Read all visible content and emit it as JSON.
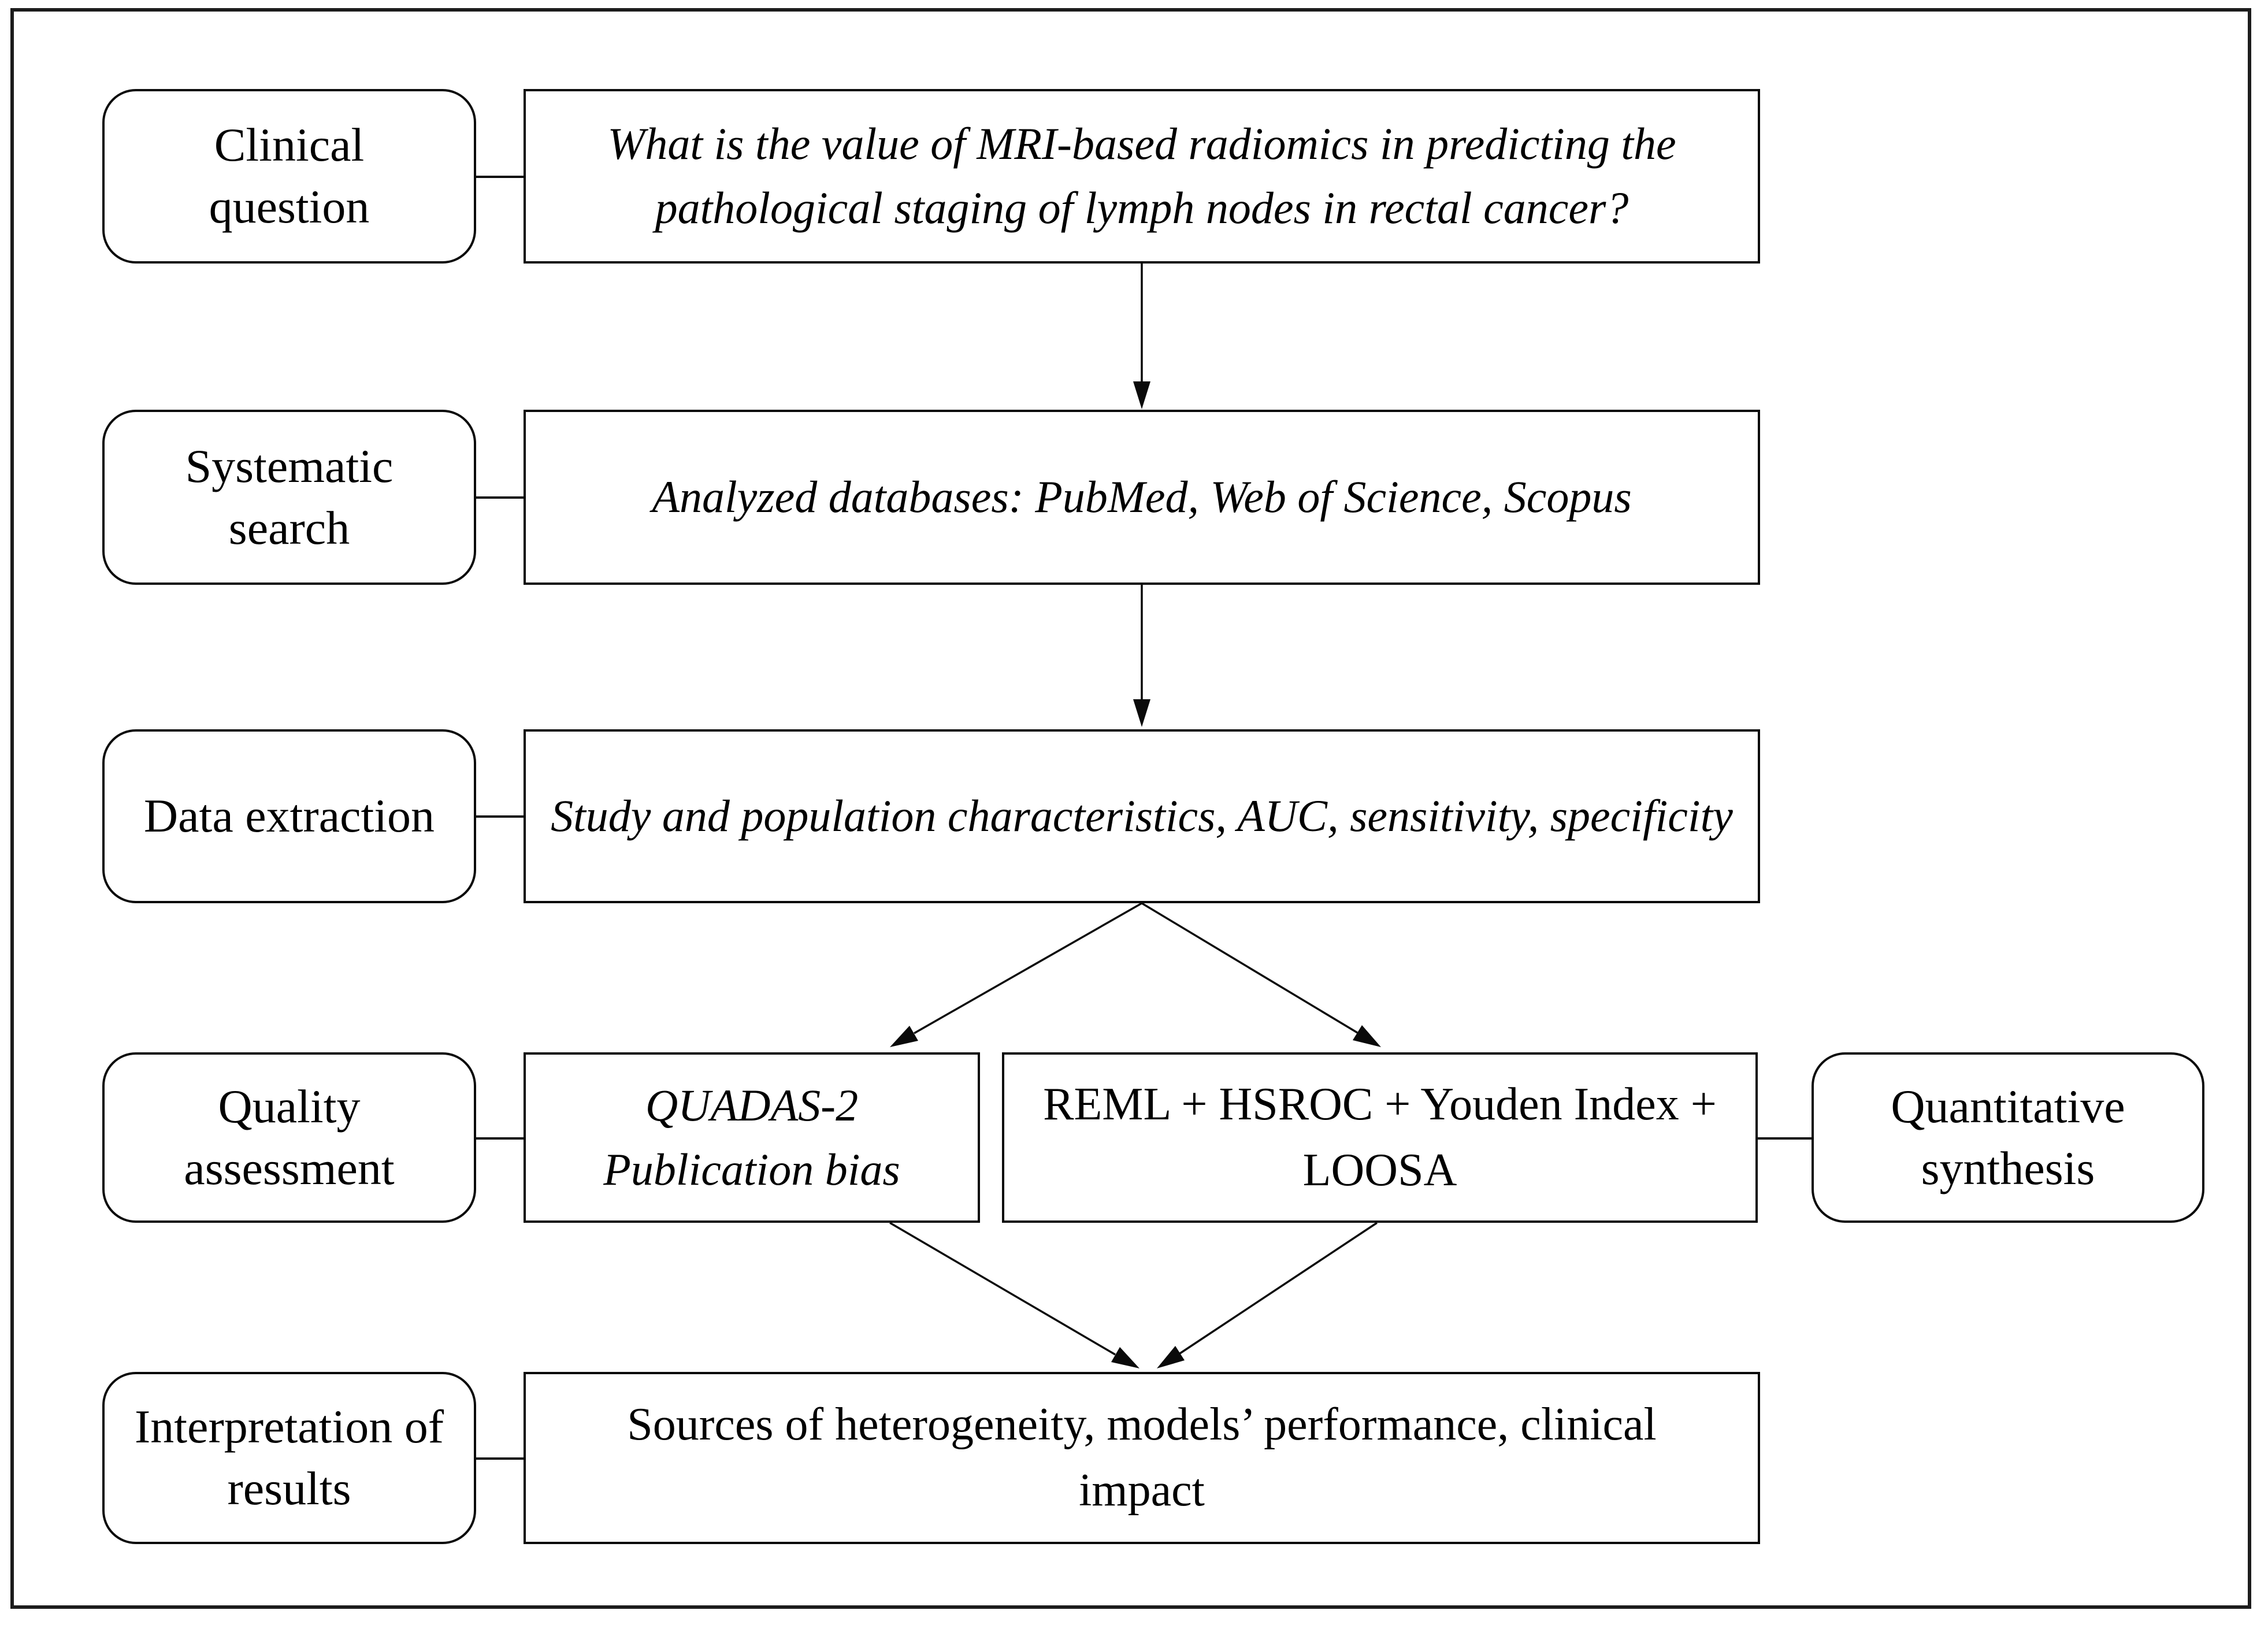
{
  "diagram": {
    "colors": {
      "border": "#000000",
      "background": "#ffffff",
      "text": "#000000"
    },
    "labels": {
      "clinical_question": {
        "lines": [
          "Clinical",
          "question"
        ]
      },
      "systematic_search": {
        "lines": [
          "Systematic",
          "search"
        ]
      },
      "data_extraction": {
        "lines": [
          "Data extraction"
        ]
      },
      "quality_assessment": {
        "lines": [
          "Quality",
          "assessment"
        ]
      },
      "quantitative_synthesis": {
        "lines": [
          "Quantitative",
          "synthesis"
        ]
      },
      "interpretation_of_results": {
        "lines": [
          "Interpretation of",
          "results"
        ]
      }
    },
    "content": {
      "clinical_question": {
        "lines": [
          "What is the value of MRI-based radiomics in predicting the",
          "pathological staging of lymph nodes in rectal cancer?"
        ]
      },
      "systematic_search": {
        "lines": [
          "Analyzed databases: PubMed, Web of Science, Scopus"
        ]
      },
      "data_extraction": {
        "lines": [
          "Study and population characteristics, AUC, sensitivity, specificity"
        ]
      },
      "quality_assessment": {
        "lines": [
          "QUADAS-2",
          "Publication bias"
        ]
      },
      "quantitative_synthesis": {
        "lines": [
          "REML + HSROC + Youden Index +",
          "LOOSA"
        ]
      },
      "interpretation_of_results": {
        "lines": [
          "Sources of heterogeneity, models’ performance, clinical",
          "impact"
        ]
      }
    }
  }
}
